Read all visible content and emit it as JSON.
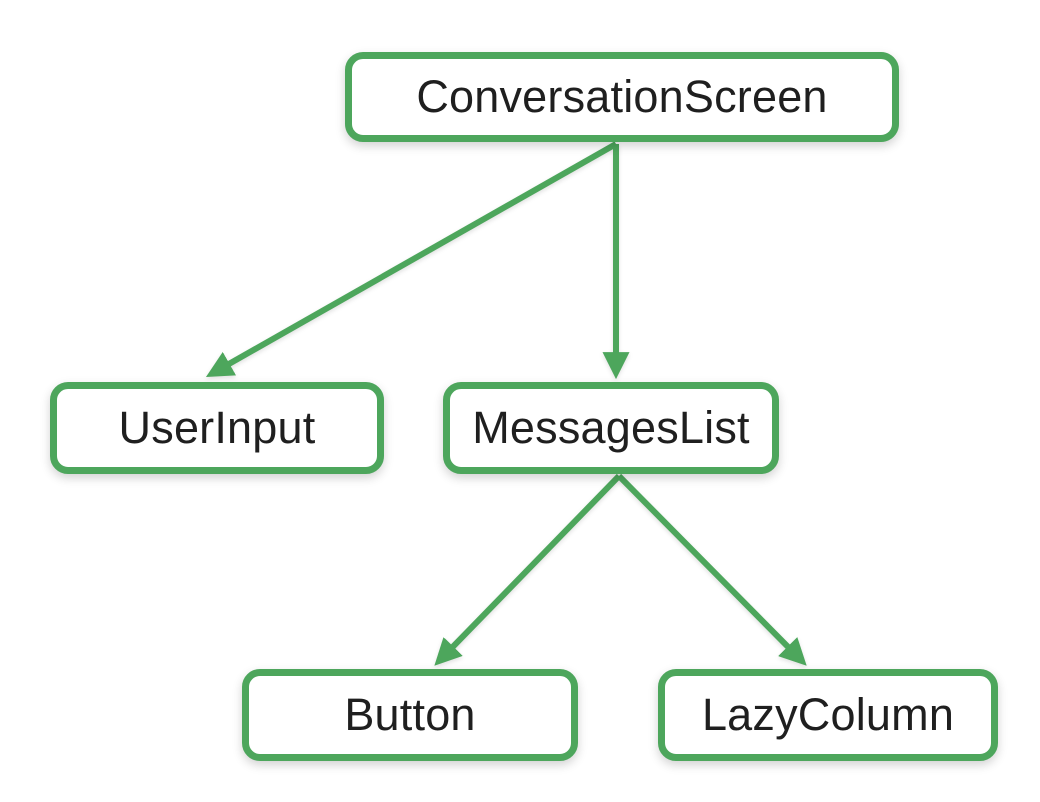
{
  "diagram": {
    "type": "component-tree",
    "colors": {
      "accent": "#4DA65C",
      "text": "#1F1F1F",
      "background": "#FFFFFF"
    },
    "nodes": [
      {
        "id": "conversation-screen",
        "label": "ConversationScreen"
      },
      {
        "id": "user-input",
        "label": "UserInput"
      },
      {
        "id": "messages-list",
        "label": "MessagesList"
      },
      {
        "id": "button",
        "label": "Button"
      },
      {
        "id": "lazy-column",
        "label": "LazyColumn"
      }
    ],
    "edges": [
      {
        "from": "ConversationScreen",
        "to": "UserInput"
      },
      {
        "from": "ConversationScreen",
        "to": "MessagesList"
      },
      {
        "from": "MessagesList",
        "to": "Button"
      },
      {
        "from": "MessagesList",
        "to": "LazyColumn"
      }
    ]
  }
}
